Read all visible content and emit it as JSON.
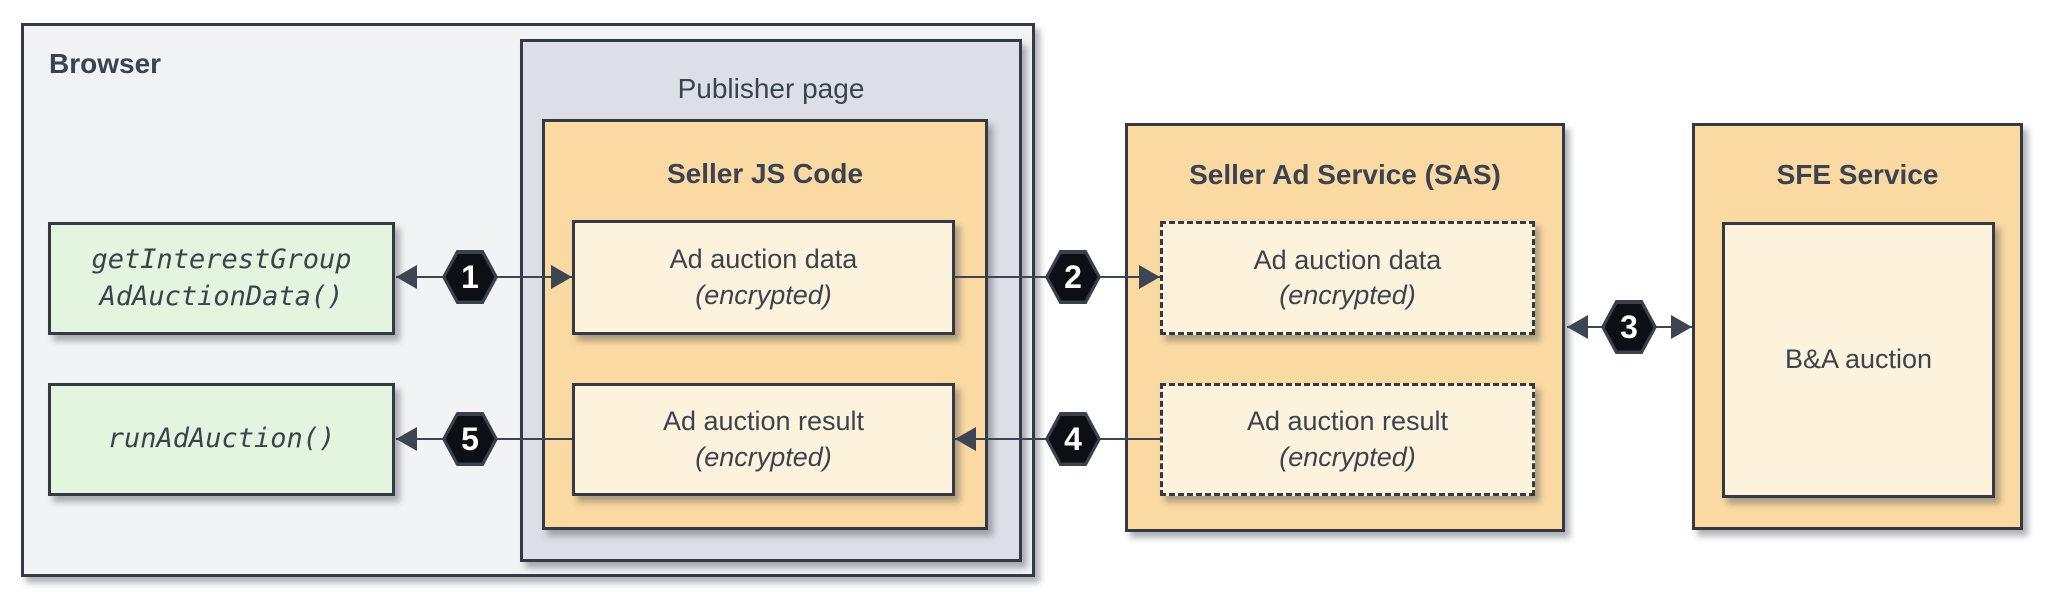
{
  "browser": {
    "label": "Browser"
  },
  "publisher": {
    "label": "Publisher page"
  },
  "seller_js": {
    "title": "Seller JS Code",
    "data_box": {
      "line1": "Ad auction data",
      "line2": "(encrypted)"
    },
    "result_box": {
      "line1": "Ad auction result",
      "line2": "(encrypted)"
    }
  },
  "browser_apis": {
    "get_interest_group": {
      "line1": "getInterestGroup",
      "line2": "AdAuctionData()"
    },
    "run_ad_auction": {
      "label": "runAdAuction()"
    }
  },
  "sas": {
    "title": "Seller Ad Service (SAS)",
    "data_box": {
      "line1": "Ad auction data",
      "line2": "(encrypted)"
    },
    "result_box": {
      "line1": "Ad auction result",
      "line2": "(encrypted)"
    }
  },
  "sfe": {
    "title": "SFE Service",
    "auction_box": {
      "label": "B&A auction"
    }
  },
  "steps": [
    "1",
    "2",
    "3",
    "4",
    "5"
  ],
  "colors": {
    "panel_orange": "#fbd9a2",
    "cream": "#fdf3dc",
    "green": "#e3f5df",
    "browser_gray": "#f1f3f5",
    "publisher_gray": "#dce0e6",
    "border_dark": "#333a44",
    "arrow": "#3e4552",
    "badge_fill": "#0c0f13",
    "badge_text": "#ffffff"
  }
}
